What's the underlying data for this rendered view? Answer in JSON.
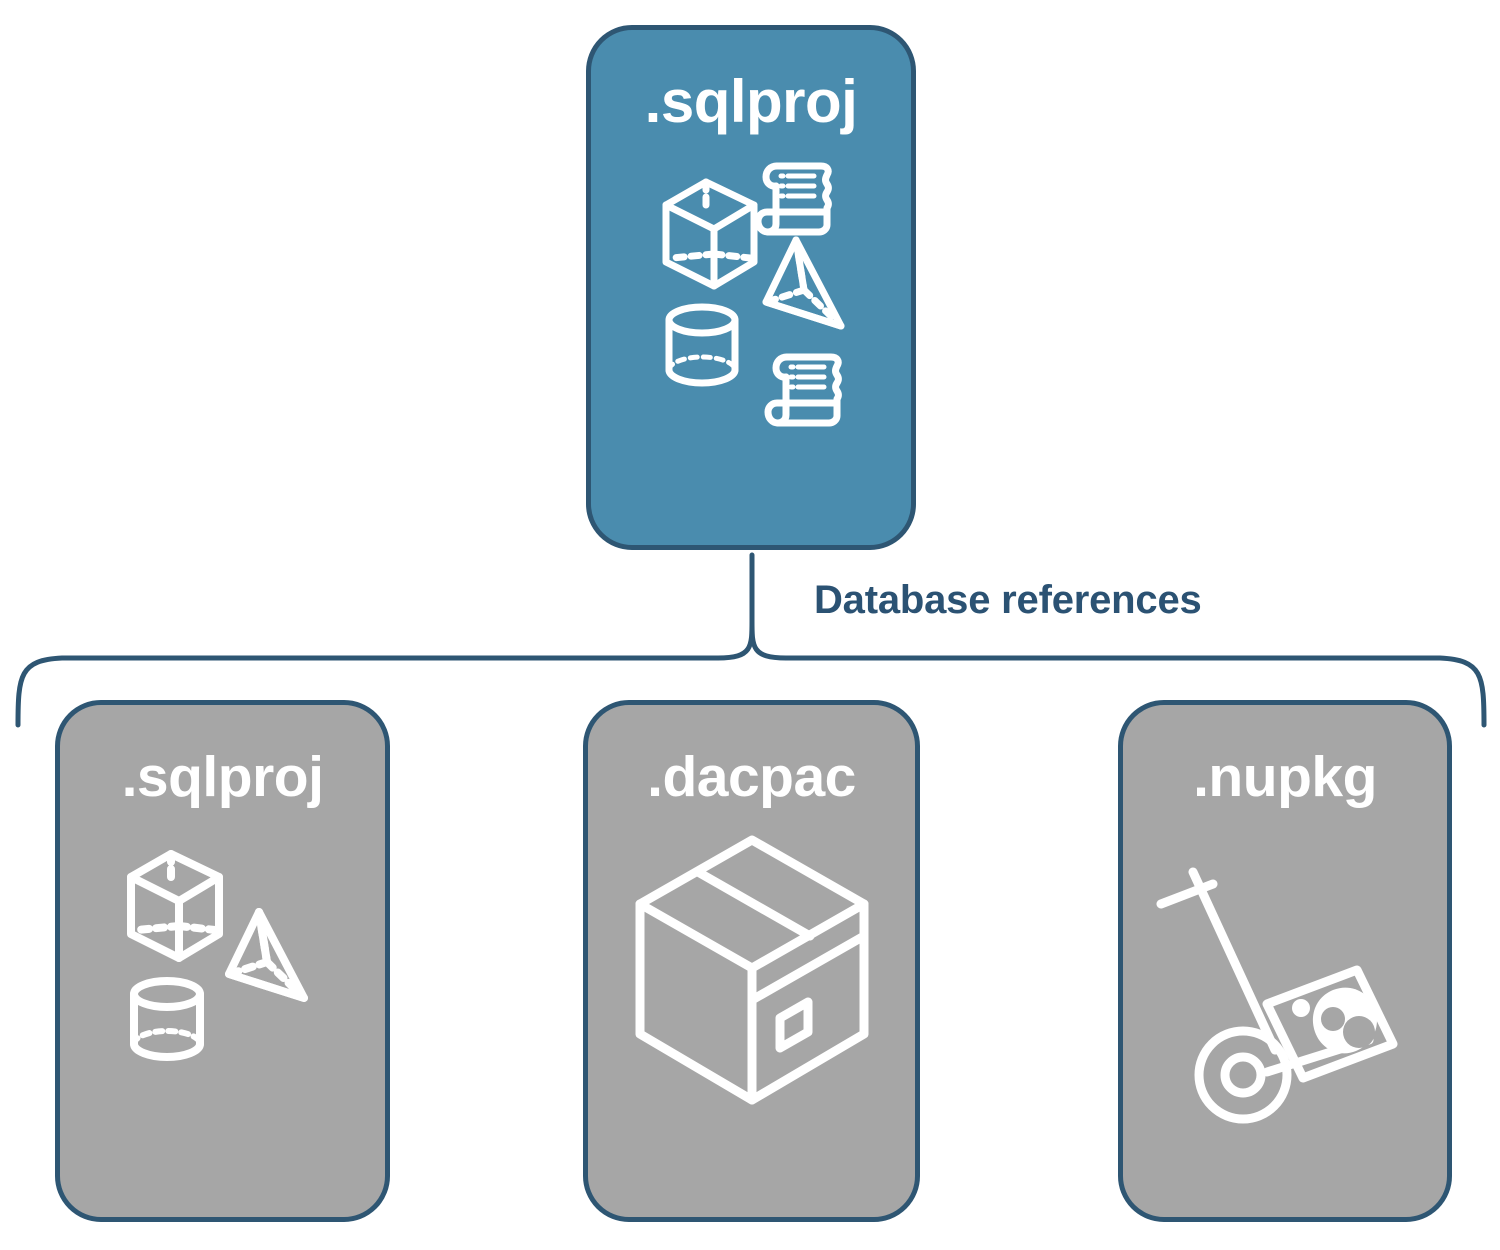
{
  "diagram": {
    "title_root": ".sqlproj",
    "connector_label": "Database references",
    "colors": {
      "accent_teal": "#4a8cae",
      "border_navy": "#2e5673",
      "neutral_gray": "#a6a6a6",
      "label_navy": "#2b5273",
      "icon_white": "#ffffff",
      "background": "#ffffff"
    },
    "root_node": {
      "label": ".sqlproj",
      "fill": "#4a8cae",
      "icons": [
        "cube-icon",
        "scroll-icon",
        "pyramid-icon",
        "cylinder-icon",
        "scroll-icon"
      ]
    },
    "reference_targets": [
      {
        "label": ".sqlproj",
        "fill": "#a6a6a6",
        "icons": [
          "cube-icon",
          "pyramid-icon",
          "cylinder-icon"
        ]
      },
      {
        "label": ".dacpac",
        "fill": "#a6a6a6",
        "icons": [
          "package-box-icon"
        ]
      },
      {
        "label": ".nupkg",
        "fill": "#a6a6a6",
        "icons": [
          "hand-truck-icon",
          "nuget-package-icon"
        ]
      }
    ]
  }
}
